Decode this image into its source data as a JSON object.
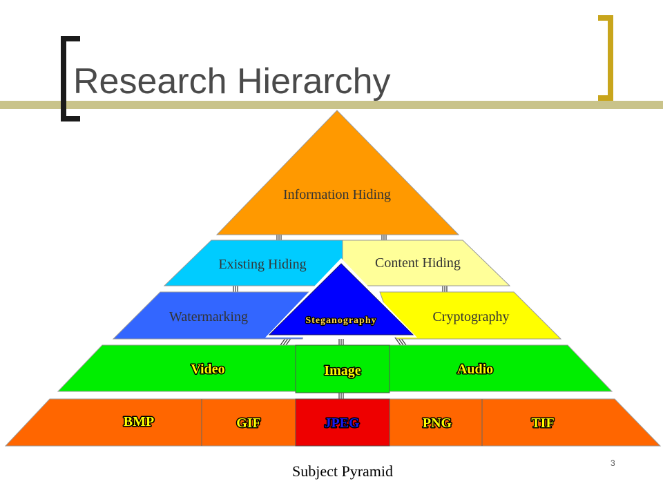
{
  "slide": {
    "title": "Research Hierarchy",
    "caption": "Subject Pyramid",
    "page_number": "3"
  },
  "pyramid": {
    "top": "Information Hiding",
    "existing": "Existing Hiding",
    "content": "Content Hiding",
    "watermarking": "Watermarking",
    "cryptography": "Cryptography",
    "steganography": "Steganography",
    "video": "Video",
    "image": "Image",
    "audio": "Audio",
    "bmp": "BMP",
    "gif": "GIF",
    "jpeg": "JPEG",
    "png": "PNG",
    "tif": "TIF"
  },
  "colors": {
    "accent_bar": "#c9c38a",
    "bracket_dark": "#1a1a1a",
    "bracket_gold": "#c8a51c",
    "info_hiding": "#ff9900",
    "existing_hiding": "#00ccff",
    "content_hiding": "#ffff99",
    "watermarking": "#3366ff",
    "cryptography": "#ffff00",
    "steganography": "#0000ff",
    "media": "#00ee00",
    "formats": "#ff6600",
    "jpeg": "#ee0000",
    "label_yellow": "#ffff00",
    "label_blue": "#1a1aee"
  }
}
